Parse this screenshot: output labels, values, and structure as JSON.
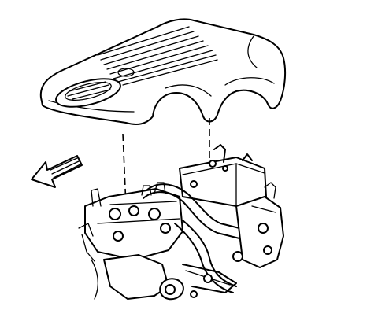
{
  "figure": {
    "parts": [
      {
        "name": "engine-cover",
        "icon": "engine-cover-icon"
      },
      {
        "name": "oil-fill-cap",
        "icon": "oil-cap-icon"
      },
      {
        "name": "engine-assembly",
        "icon": "engine-icon"
      },
      {
        "name": "front-direction-arrow",
        "icon": "arrow-left-icon"
      }
    ],
    "colors": {
      "line": "#000000",
      "background": "#ffffff"
    }
  }
}
